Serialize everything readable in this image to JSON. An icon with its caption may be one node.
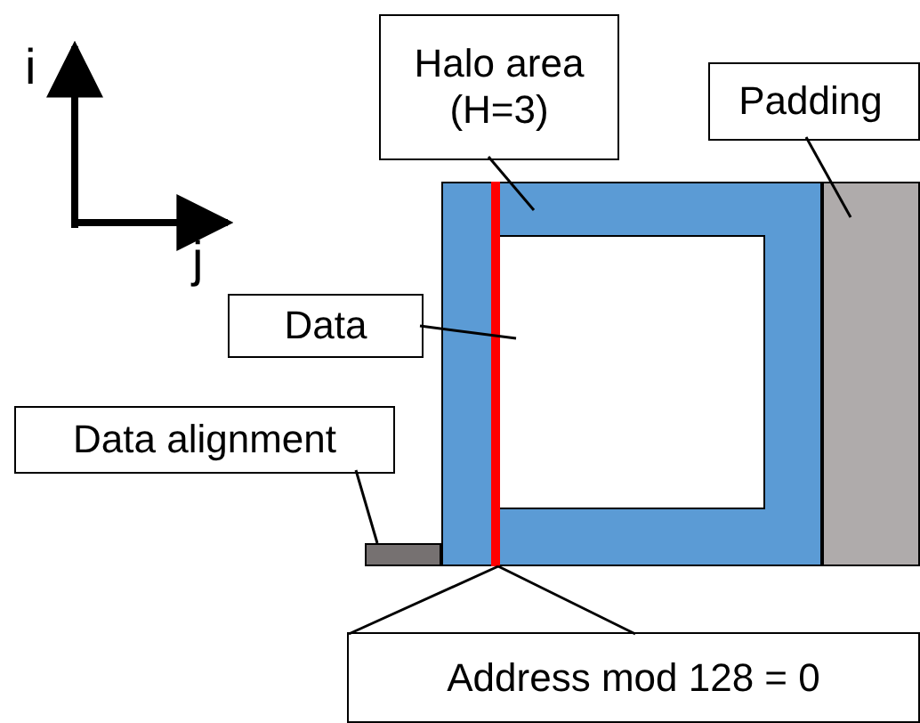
{
  "diagram": {
    "nodes": [
      {
        "text": [
          "Halo area (H=3)"
        ]
      },
      {
        "text": [],
        "shape": "box"
      },
      {
        "text": [
          "Padding"
        ]
      },
      {
        "text": [],
        "shape": "box"
      },
      {
        "text": [
          "Data"
        ]
      },
      {
        "text": [],
        "shape": "box",
        "in": 1
      },
      {
        "text": [
          "Data alignment"
        ]
      },
      {
        "text": [],
        "shape": "bar"
      },
      {
        "text": [
          "Address mod 128 = 0"
        ]
      },
      {
        "text": [],
        "shape": "line",
        "in": 1
      }
    ],
    "edges": [
      {
        "from": 0,
        "to": 1,
        "arrow": "none"
      },
      {
        "from": 2,
        "to": 3,
        "arrow": "none"
      },
      {
        "from": 4,
        "to": 5,
        "arrow": "none"
      },
      {
        "from": 6,
        "to": 7,
        "arrow": "none"
      },
      {
        "from": 8,
        "to": 9,
        "arrow": "none"
      }
    ],
    "labels": [
      "i",
      "j"
    ]
  }
}
